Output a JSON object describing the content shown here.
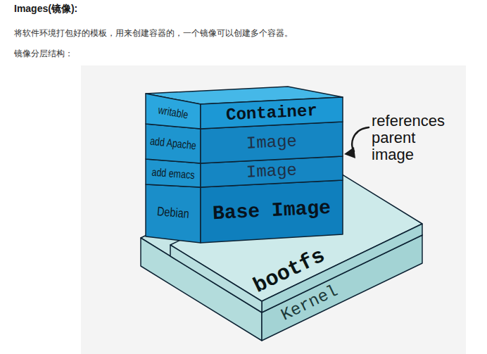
{
  "diagram": {
    "title": "Images(镜像):",
    "nodes": [
      {
        "text": [
          "writable",
          "Container"
        ]
      },
      {
        "text": [
          "add Apache",
          "Image"
        ]
      },
      {
        "text": [
          "add emacs",
          "Image"
        ]
      },
      {
        "text": [
          "Debian",
          "Base Image"
        ]
      },
      {
        "text": [
          "bootfs"
        ]
      },
      {
        "text": [
          "Kernel"
        ]
      }
    ],
    "labels": [
      "将软件环境打包好的模板，用来创建容器的，一个镜像可以创建多个容器。",
      "镜像分层结构：",
      "references parent image"
    ]
  }
}
